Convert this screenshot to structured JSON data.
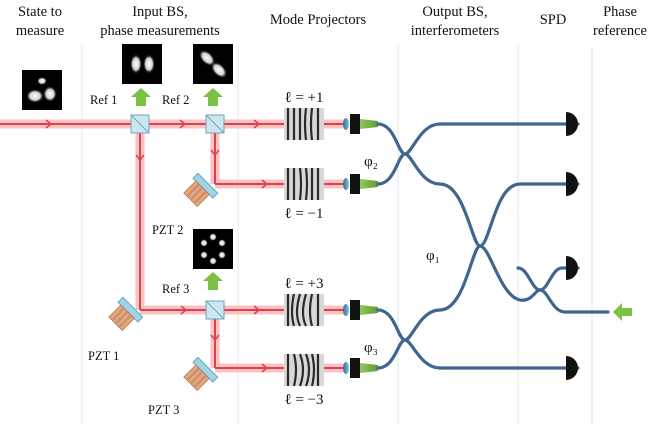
{
  "headers": {
    "state": [
      "State to",
      "measure"
    ],
    "input_bs": [
      "Input BS,",
      "phase measurements"
    ],
    "mode_projectors": [
      "Mode Projectors"
    ],
    "output_bs": [
      "Output BS,",
      "interferometers"
    ],
    "spd": [
      "SPD"
    ],
    "phase_ref": [
      "Phase",
      "reference"
    ]
  },
  "labels": {
    "ref1": "Ref  1",
    "ref2": "Ref  2",
    "ref3": "Ref  3",
    "pzt1": "PZT 1",
    "pzt2": "PZT 2",
    "pzt3": "PZT 3",
    "mode_p1": "ℓ = +1",
    "mode_m1": "ℓ = −1",
    "mode_p3": "ℓ = +3",
    "mode_m3": "ℓ = −3",
    "phi1": "φ₁",
    "phi2": "φ₂",
    "phi3": "φ₃"
  },
  "colors": {
    "beam": "#e0404a",
    "beam_glow": "#f7c3c3",
    "fiber": "#3f6690",
    "arrow_green": "#7bc142",
    "detector": "#111111",
    "mirror": "#9fd3e6",
    "pzt": "#e6a57c"
  }
}
